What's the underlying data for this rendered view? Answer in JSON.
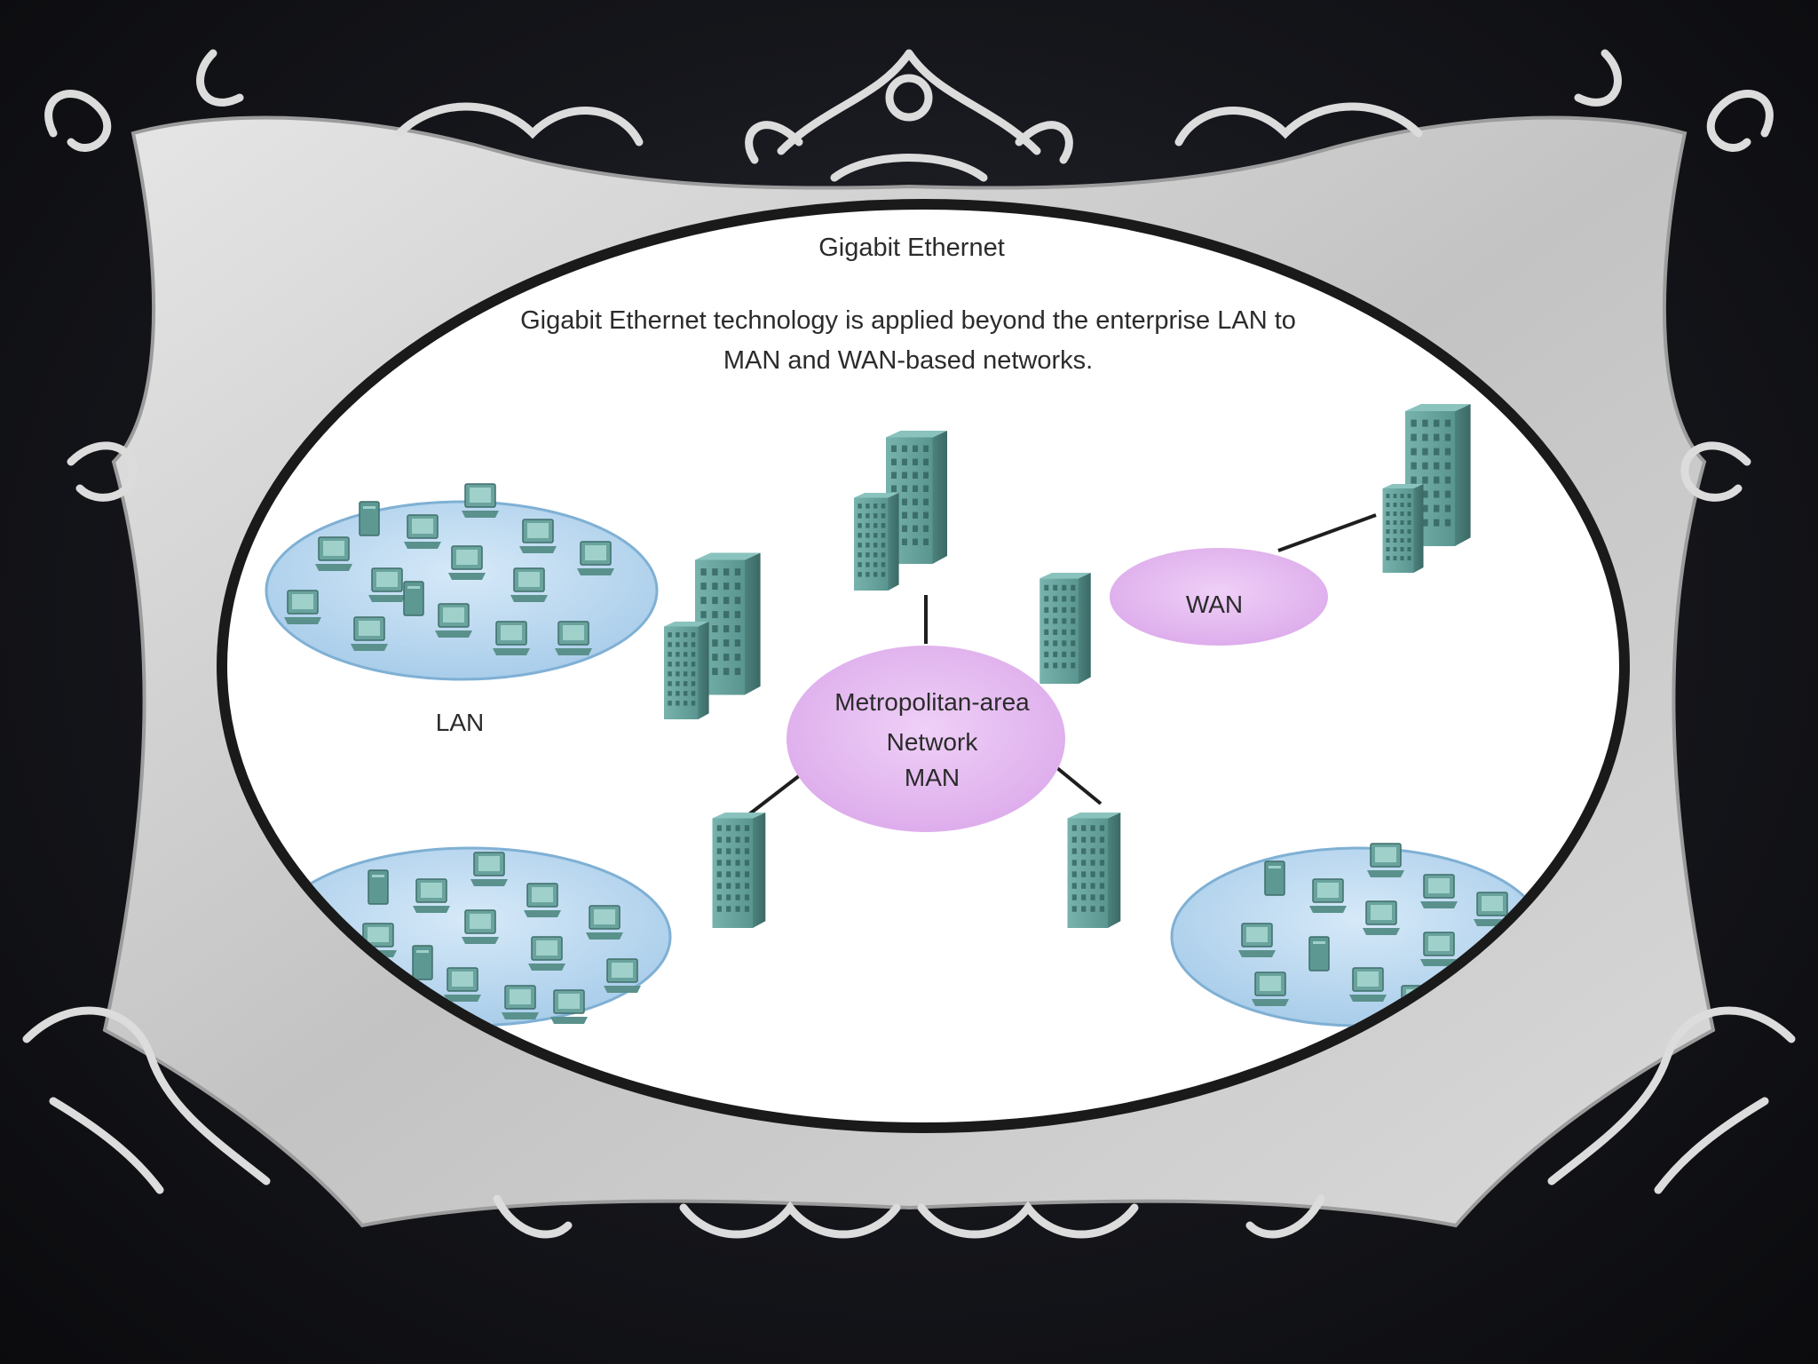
{
  "slide": {
    "title": "Gigabit Ethernet",
    "subtitle_line1": "Gigabit Ethernet technology is applied beyond the enterprise LAN to",
    "subtitle_line2": "MAN and WAN-based networks."
  },
  "diagram": {
    "lan_label": "LAN",
    "wan_label": "WAN",
    "man_label_line1": "Metropolitan-area",
    "man_label_line2": "Network",
    "man_label_line3": "MAN"
  },
  "colors": {
    "background": "#15161b",
    "frame": "#c9c9c9",
    "frame_ornament": "#d8d8d8",
    "content_bg": "#ffffff",
    "building": "#5f9c97",
    "building_window": "#2f5f5b",
    "cloud": "#e3b8ef",
    "lan_ellipse": "#bcd9f0"
  },
  "icons": [
    "frame-ornament-icon",
    "building-icon",
    "computer-icon",
    "laptop-icon"
  ]
}
